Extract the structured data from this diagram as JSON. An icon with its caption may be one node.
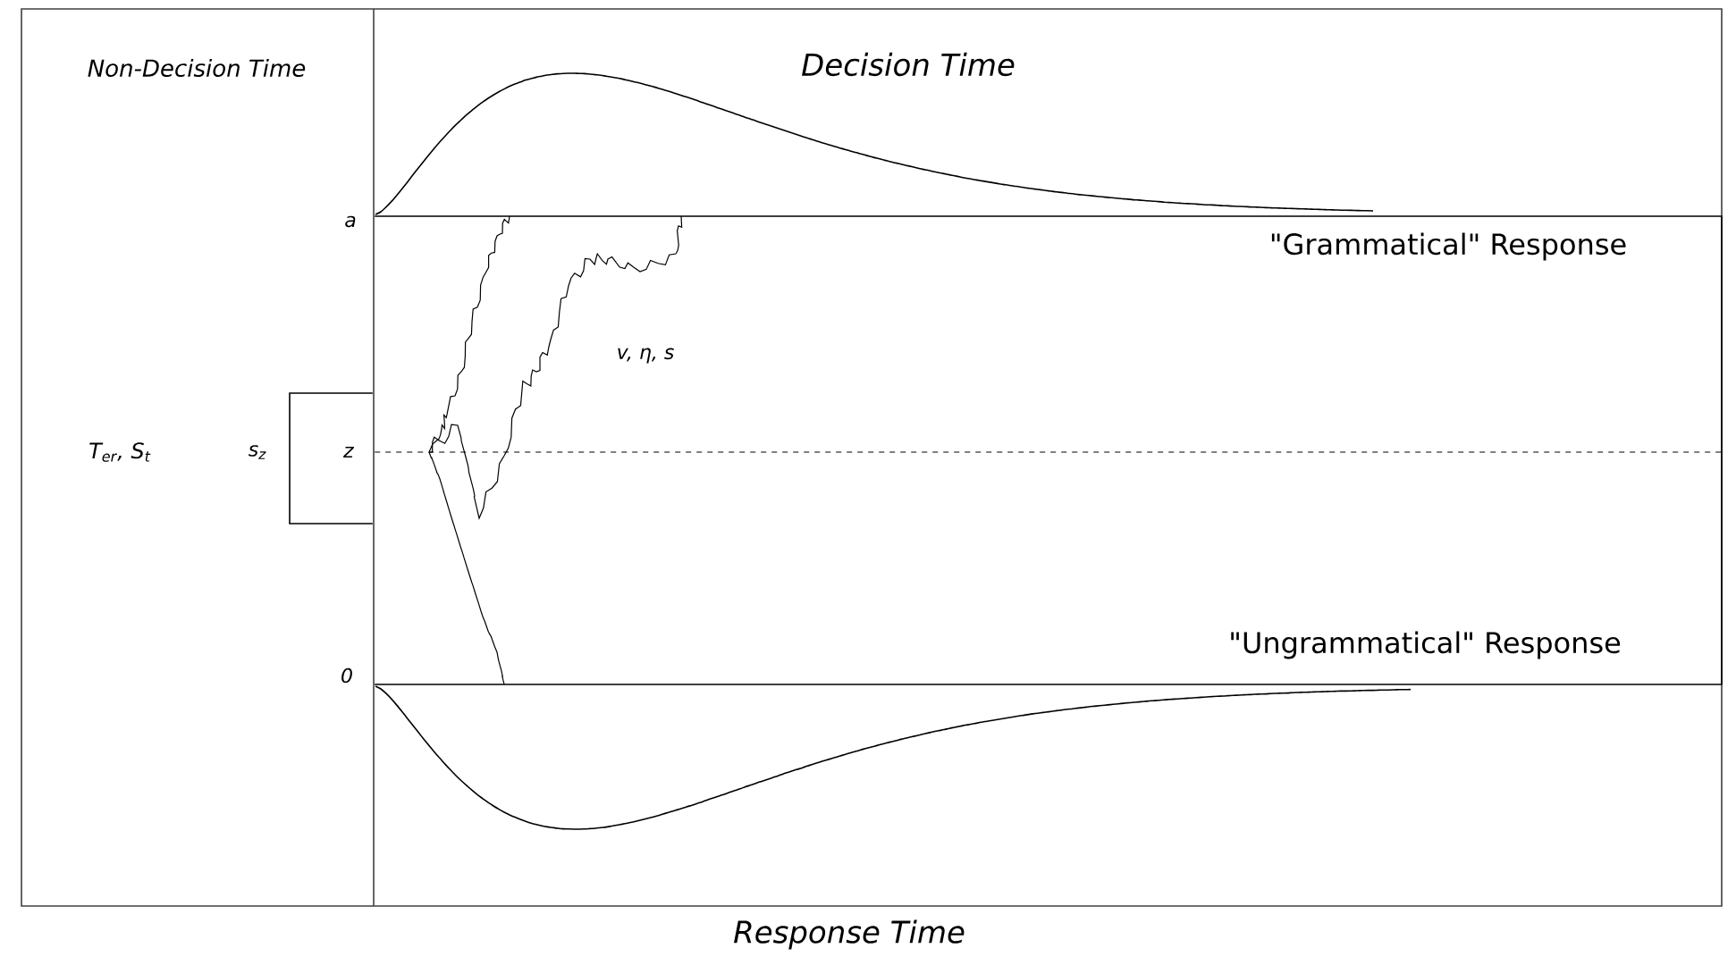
{
  "diagram": {
    "nodes": [
      {
        "text": [
          "z"
        ],
        "beside": [
          "s$_{z}$"
        ]
      }
    ],
    "edges": [],
    "labels": [
      "Non-Decision Time",
      "Decision Time",
      "a",
      "\"Grammatical\" Response",
      "v, η, s",
      "T$_{er}$, S$_{t}$",
      "\"Ungrammatical\" Response",
      "0",
      "Response Time"
    ]
  }
}
